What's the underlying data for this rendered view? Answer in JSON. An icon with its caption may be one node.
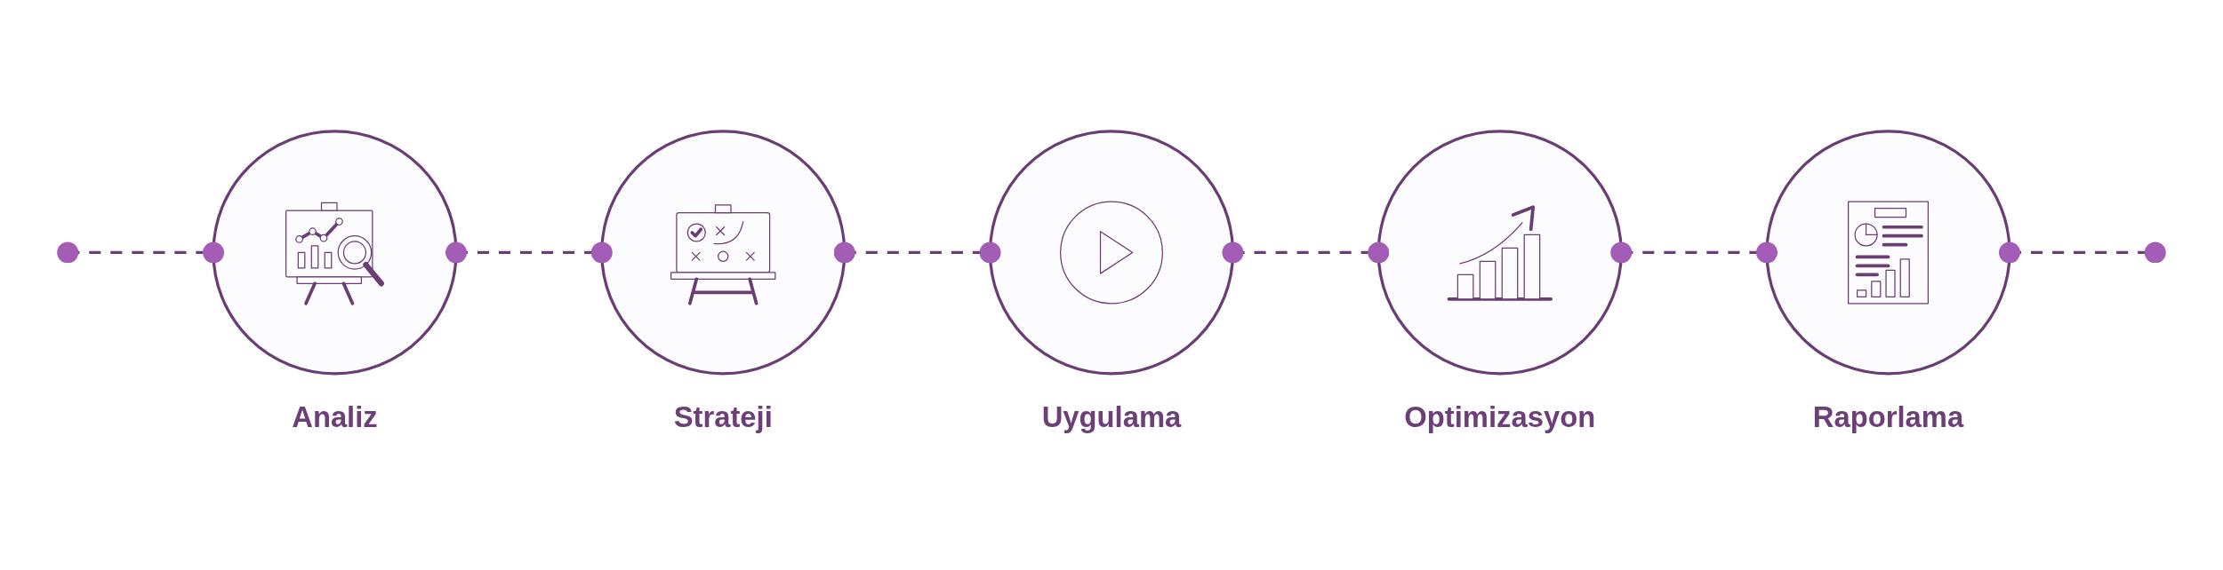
{
  "diagram": {
    "nodes": [
      {
        "text": [
          "Analiz"
        ]
      },
      {
        "text": [
          "Strateji"
        ]
      },
      {
        "text": [
          "Uygulama"
        ]
      },
      {
        "text": [
          "Optimizasyon"
        ]
      },
      {
        "text": [
          "Raporlama"
        ]
      }
    ],
    "edges": [
      {
        "from": null,
        "to": 0,
        "arrow": "other",
        "style": "dashed"
      },
      {
        "from": 0,
        "to": 1,
        "arrow": "other",
        "style": "dashed"
      },
      {
        "from": 1,
        "to": 2,
        "arrow": "other",
        "style": "dashed"
      },
      {
        "from": 2,
        "to": 3,
        "arrow": "other",
        "style": "dashed"
      },
      {
        "from": 3,
        "to": 4,
        "arrow": "other",
        "style": "dashed"
      },
      {
        "from": 4,
        "to": null,
        "arrow": "other",
        "style": "dashed"
      }
    ]
  }
}
